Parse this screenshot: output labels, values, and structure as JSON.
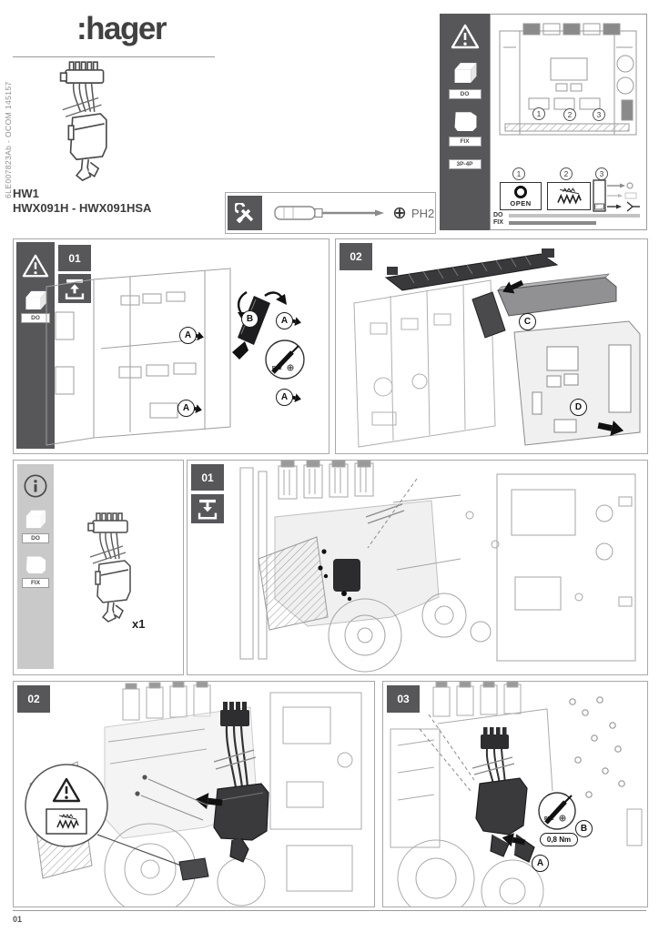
{
  "page": {
    "brand": ":hager",
    "side_code": "6LE007823Ab - OCOM 145157",
    "model": "HW1",
    "range": "HWX091H - HWX091HSA",
    "page_number": "01"
  },
  "labels": {
    "ph2": "PH2",
    "do": "DO",
    "fix": "FIX",
    "quantity": "x1",
    "torque": "0,8 Nm"
  },
  "overview": {
    "poles": "3P-4P",
    "open": "OPEN",
    "step_numbers": [
      "1",
      "2",
      "3"
    ]
  },
  "steps": {
    "s01a": "01",
    "s02a": "02",
    "s01b": "01",
    "s02b": "02",
    "s03": "03"
  },
  "markers": {
    "a": "A",
    "b": "B",
    "c": "C",
    "d": "D"
  },
  "colors": {
    "panel_dark": "#57575a",
    "sidebar_light": "#c9c9c9",
    "line_gray": "#9a9a9a",
    "part_dark": "#3a3a3c"
  },
  "icons": {
    "warning": "warning-triangle",
    "info": "info-circle",
    "do_cube": "package-cube",
    "fix_unit": "installed-breaker-shape",
    "tools": "crossed-tools",
    "screwdriver": "phillips-screwdriver",
    "phillips": "phillips-head-cross",
    "remove_cover": "lift-off-arrow",
    "install": "insert-down-arrow",
    "open_contact": "open-circle",
    "coil_off": "coil-deenergized-crossed",
    "disconnect": "unplug-arrows"
  }
}
